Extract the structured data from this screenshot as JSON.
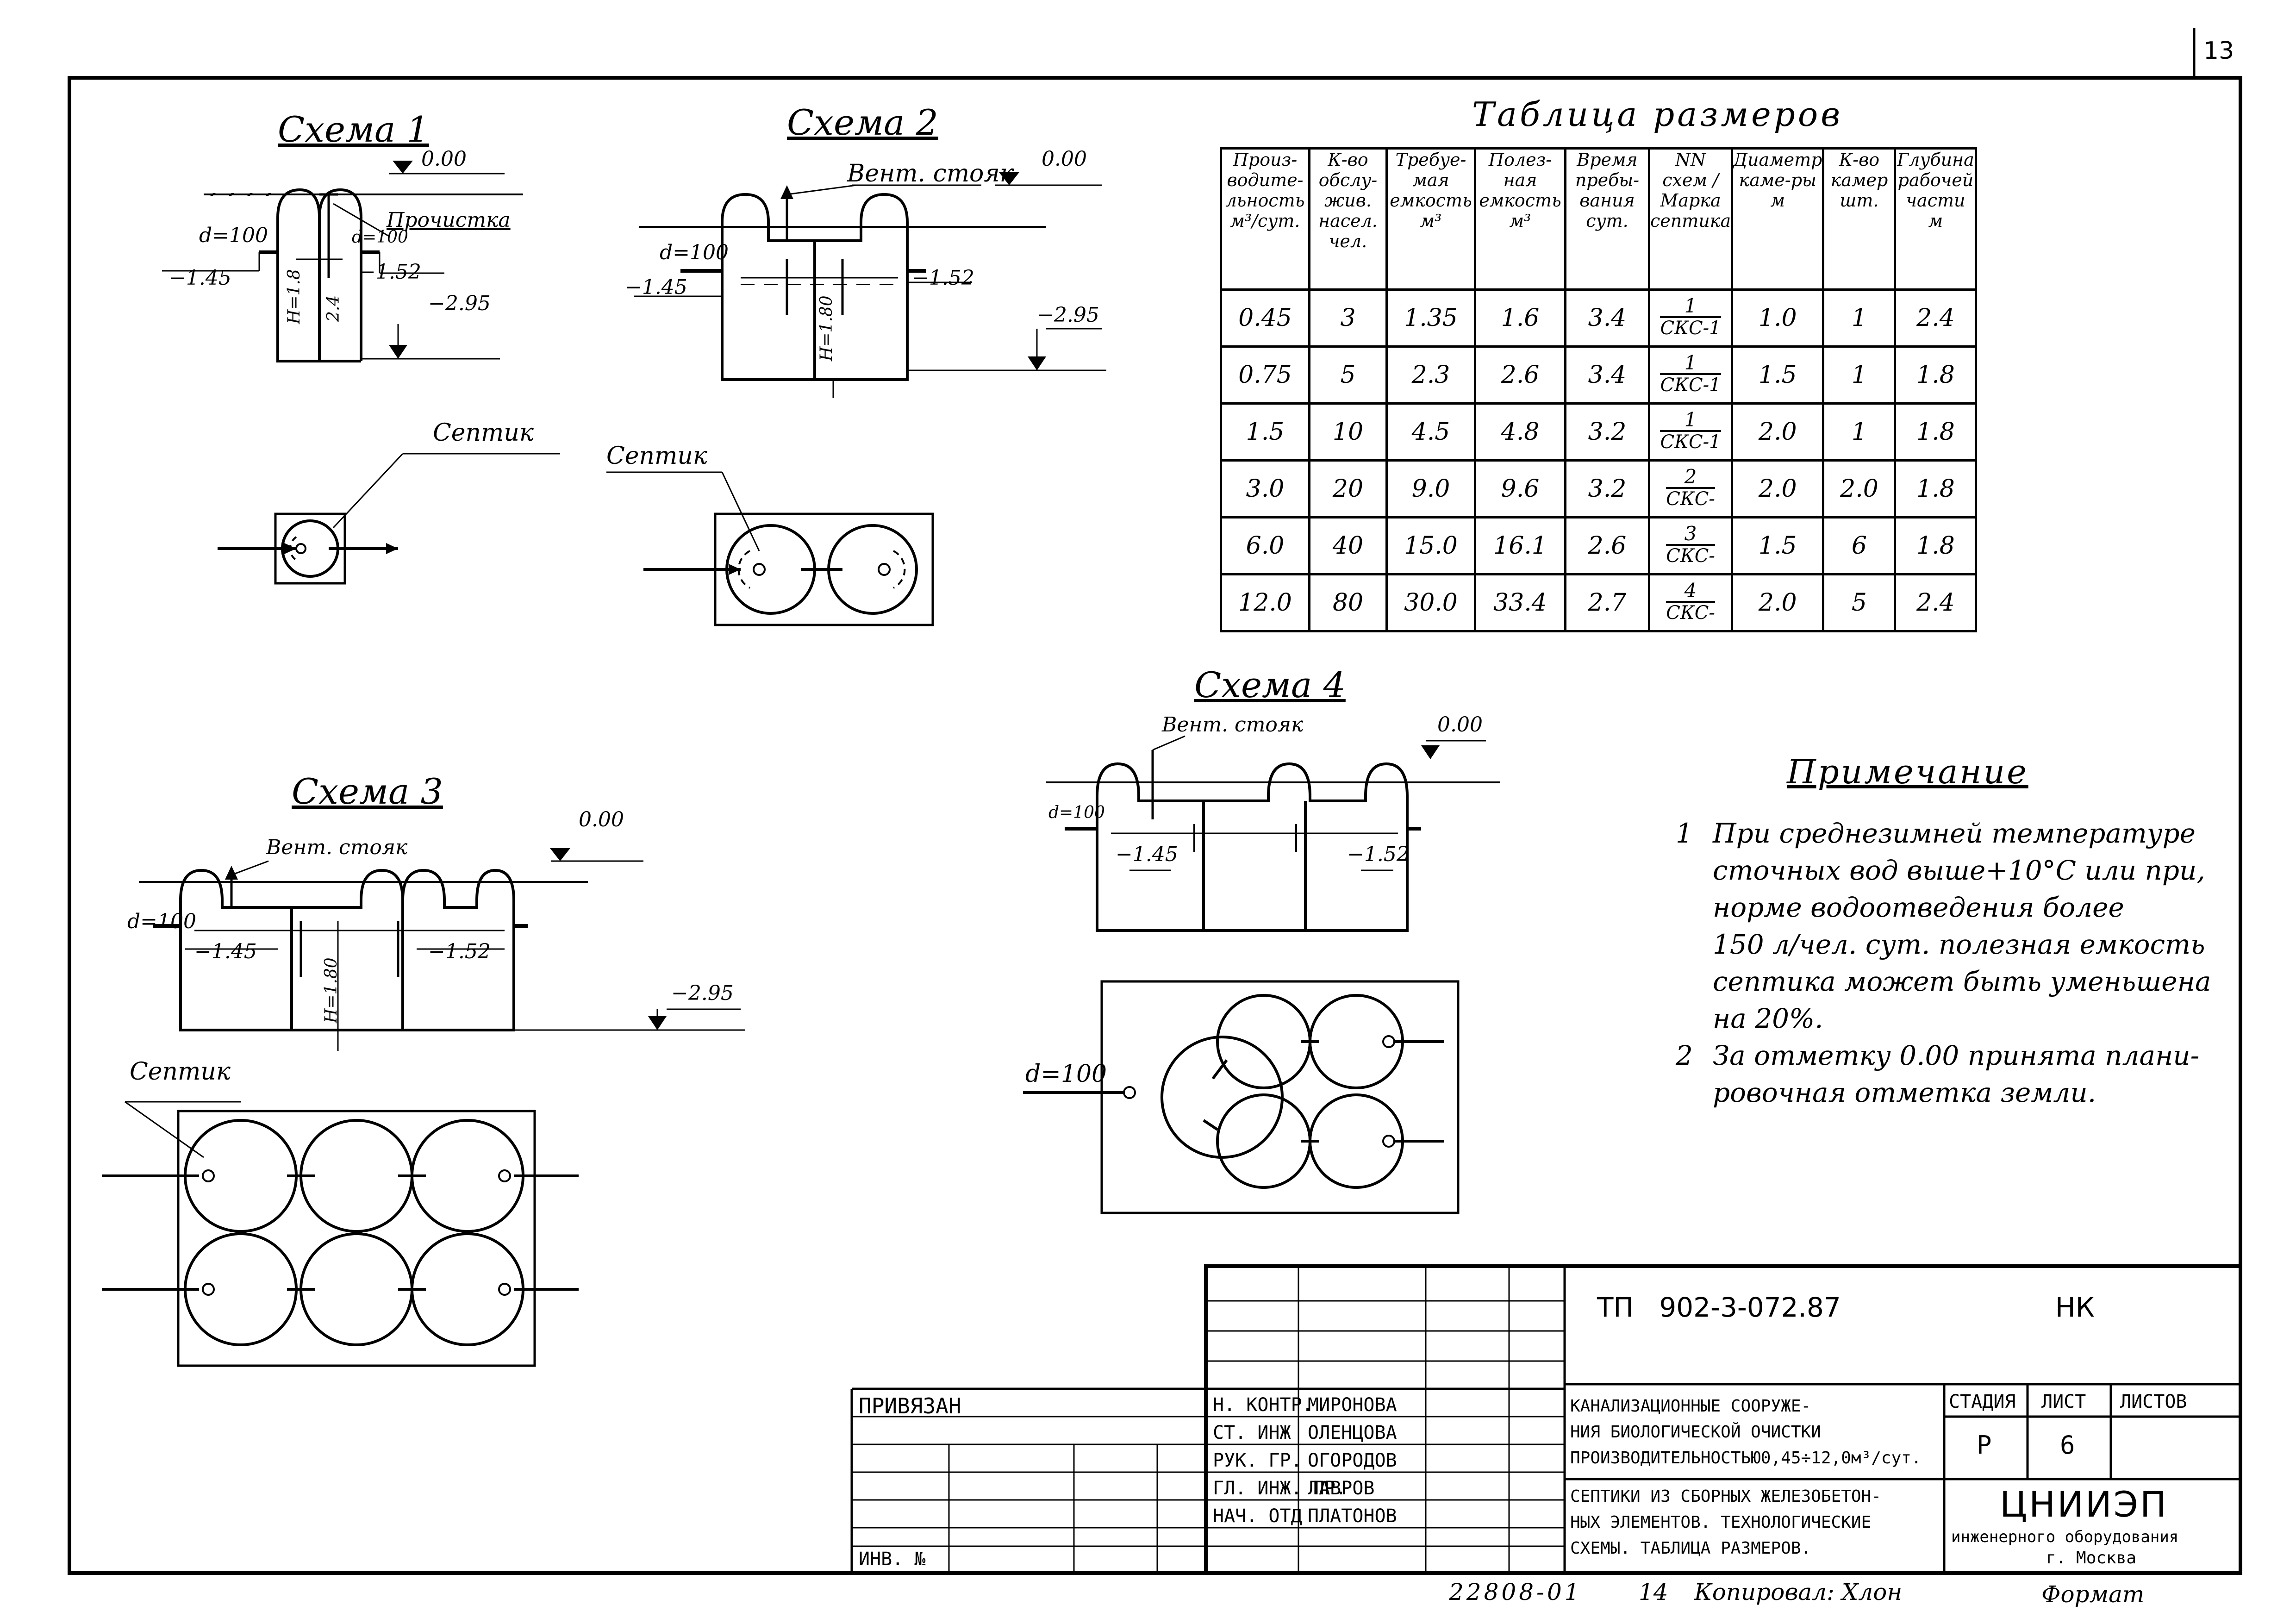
{
  "page_number": "13",
  "scheme1": {
    "title": "Схема 1",
    "level_top": "0.00",
    "cleanout": "Прочистка",
    "pipe_in": "d=100",
    "pipe_out": "d=100",
    "level_in": "−1.45",
    "level_out": "−1.52",
    "level_bottom": "−2.95",
    "depth_h": "H=1.8",
    "depth_total": "2.4",
    "plan_label": "Септик"
  },
  "scheme2": {
    "title": "Схема 2",
    "level_top": "0.00",
    "vent": "Вент. стояк",
    "pipe_in": "d=100",
    "level_in": "−1.45",
    "level_out": "−1.52",
    "level_bottom": "−2.95",
    "depth_h": "H=1.80",
    "plan_label": "Септик"
  },
  "scheme3": {
    "title": "Схема 3",
    "level_top": "0.00",
    "vent": "Вент. стояк",
    "pipe_in": "d=100",
    "level_in": "−1.45",
    "level_out": "−1.52",
    "level_bottom": "−2.95",
    "depth_h": "H=1.80",
    "plan_label": "Септик"
  },
  "scheme4": {
    "title": "Схема 4",
    "level_top": "0.00",
    "vent": "Вент. стояк",
    "pipe_in": "d=100",
    "level_in": "−1.45",
    "level_out": "−1.52",
    "plan_pipe": "d=100"
  },
  "size_table": {
    "title": "Таблица размеров",
    "headers": [
      "Произ-водите-льность м³/сут.",
      "К-во обслу-жив. насел. чел.",
      "Требуе-мая емкость м³",
      "Полез-ная емкость м³",
      "Время пребы-вания сут.",
      "NN схем / Марка септика",
      "Диаметр каме-ры м",
      "К-во камер шт.",
      "Глубина рабочей части м"
    ],
    "rows": [
      [
        "0.45",
        "3",
        "1.35",
        "1.6",
        "3.4",
        "1",
        "СКС-1",
        "1.0",
        "1",
        "2.4"
      ],
      [
        "0.75",
        "5",
        "2.3",
        "2.6",
        "3.4",
        "1",
        "СКС-1",
        "1.5",
        "1",
        "1.8"
      ],
      [
        "1.5",
        "10",
        "4.5",
        "4.8",
        "3.2",
        "1",
        "СКС-1",
        "2.0",
        "1",
        "1.8"
      ],
      [
        "3.0",
        "20",
        "9.0",
        "9.6",
        "3.2",
        "2",
        "СКС-",
        "2.0",
        "2.0",
        "1.8"
      ],
      [
        "6.0",
        "40",
        "15.0",
        "16.1",
        "2.6",
        "3",
        "СКС-",
        "1.5",
        "6",
        "1.8"
      ],
      [
        "12.0",
        "80",
        "30.0",
        "33.4",
        "2.7",
        "4",
        "СКС-",
        "2.0",
        "5",
        "2.4"
      ]
    ]
  },
  "notes": {
    "title": "Примечание",
    "n1_num": "1",
    "n1_lines": [
      "При среднезимней температуре",
      "сточных вод выше+10°С или при,",
      "норме водоотведения более",
      "150 л/чел. сут. полезная емкость",
      "септика может быть уменьшена",
      "на 20%."
    ],
    "n2_num": "2",
    "n2_lines": [
      "За отметку 0.00 принята плани-",
      "ровочная отметка земли."
    ]
  },
  "title_block": {
    "doc_code": "ТП   902-3-072.87",
    "sheet_mark": "НК",
    "bound": "ПРИВЯЗАН",
    "inv": "ИНВ. №",
    "roles": [
      "Н. КОНТР.",
      "СТ. ИНЖ",
      "РУК. ГР.",
      "ГЛ. ИНЖ. ПР.",
      "НАЧ. ОТД"
    ],
    "names": [
      "МИРОНОВА",
      "ОЛЕНЦОВА",
      "ОГОРОДОВ",
      "ЛАВРОВ",
      "ПЛАТОНОВ"
    ],
    "project_lines": [
      "КАНАЛИЗАЦИОННЫЕ СООРУЖЕ-",
      "НИЯ БИОЛОГИЧЕСКОЙ ОЧИСТКИ",
      "ПРОИЗВОДИТЕЛЬНОСТЬЮ0,45÷12,0м³/сут."
    ],
    "sheet_title_lines": [
      "СЕПТИКИ ИЗ СБОРНЫХ ЖЕЛЕЗОБЕТОН-",
      "НЫХ ЭЛЕМЕНТОВ. ТЕХНОЛОГИЧЕСКИЕ",
      "СХЕМЫ. ТАБЛИЦА РАЗМЕРОВ."
    ],
    "stage_label": "СТАДИЯ",
    "sheet_label": "ЛИСТ",
    "sheets_label": "ЛИСТОВ",
    "stage": "Р",
    "sheet": "6",
    "org": "ЦНИИЭП",
    "org_sub": "инженерного оборудования",
    "org_city": "г. Москва"
  },
  "footer": {
    "archive": "22808-01",
    "num": "14",
    "copied": "Копировал: Хлон",
    "format": "Формат"
  }
}
